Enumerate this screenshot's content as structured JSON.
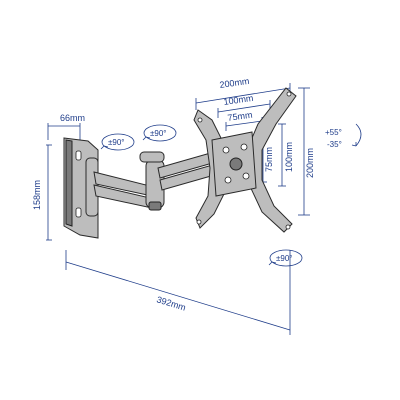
{
  "dimensions": {
    "vesa_width_max": "200mm",
    "vesa_width_mid": "100mm",
    "vesa_width_min": "75mm",
    "vesa_height_max": "200mm",
    "vesa_height_mid": "100mm",
    "vesa_height_min": "75mm",
    "wall_plate_width": "66mm",
    "wall_plate_height": "158mm",
    "max_extension": "392mm"
  },
  "rotation_labels": {
    "wall_swivel": "±90°",
    "arm_swivel": "±90°",
    "tilt_up": "+55°",
    "tilt_down": "-35°",
    "rotation": "±90°"
  },
  "colors": {
    "dimension_lines": "#1f3d8a",
    "metal": "#bdbdbd",
    "outline": "#2a2a2a"
  }
}
